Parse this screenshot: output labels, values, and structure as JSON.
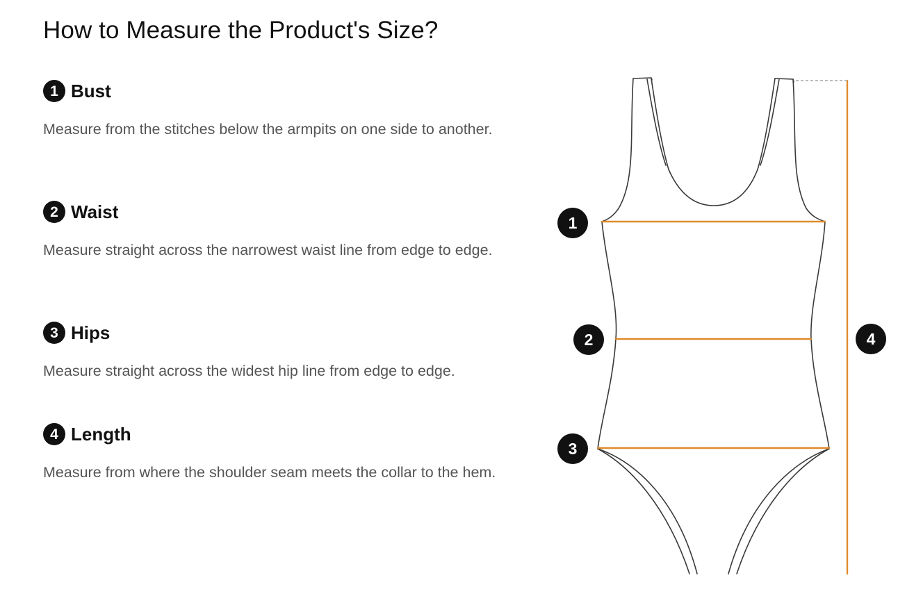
{
  "page": {
    "title": "How to Measure the Product's Size?"
  },
  "steps": [
    {
      "number": "1",
      "title": "Bust",
      "description": "Measure from the stitches below the armpits on one side to another."
    },
    {
      "number": "2",
      "title": "Waist",
      "description": "Measure straight across the narrowest waist line from edge to edge."
    },
    {
      "number": "3",
      "title": "Hips",
      "description": "Measure straight across the widest hip line from edge to edge."
    },
    {
      "number": "4",
      "title": "Length",
      "description": "Measure from where the shoulder seam meets the collar to the hem."
    }
  ],
  "diagram": {
    "garment": "one-piece-swimsuit",
    "measure_line_color": "#e08a2c",
    "outline_color": "#3a3a3a",
    "badge_color": "#111111",
    "markers": [
      "1",
      "2",
      "3",
      "4"
    ]
  }
}
